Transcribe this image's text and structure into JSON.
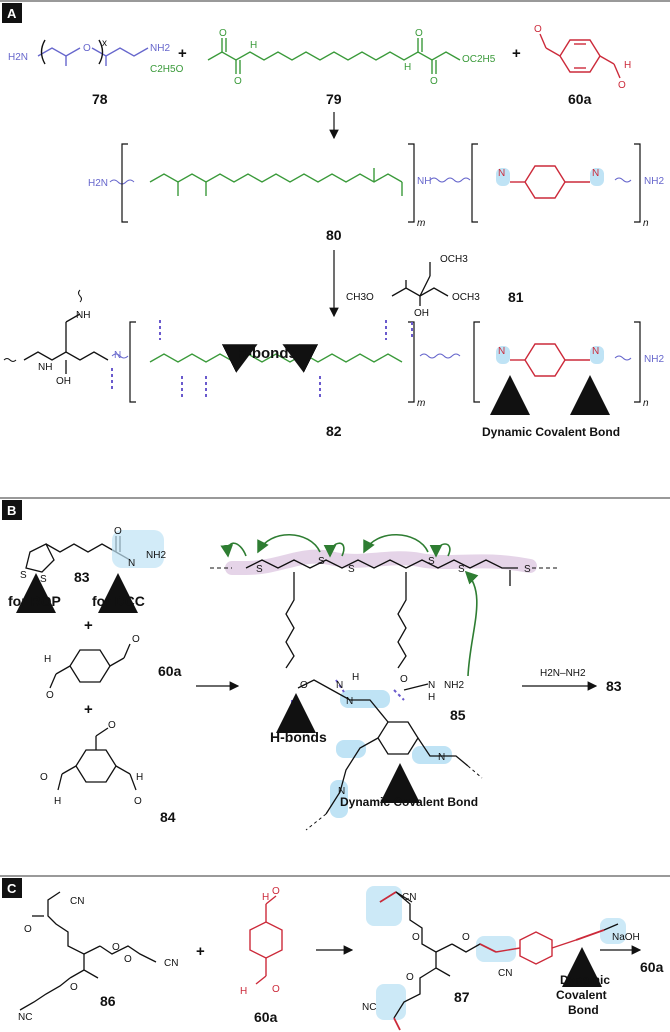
{
  "panels": {
    "A": {
      "tag": "A",
      "compounds": {
        "c78": "78",
        "c79": "79",
        "c60a": "60a",
        "c80": "80",
        "c81": "81",
        "c82": "82"
      },
      "plus": "+",
      "repeat_m": "m",
      "repeat_n": "n",
      "atoms": {
        "h2n": "H2N",
        "nh2": "NH2",
        "o": "O",
        "nh": "NH",
        "n": "N",
        "h": "H",
        "oh": "OH",
        "ester_left": "C2H5O",
        "ester_right": "OC2H5",
        "och3": "OCH3",
        "ch3o": "CH3O"
      },
      "hbonds_label": "H-bonds",
      "dcb_label": "Dynamic Covalent Bond"
    },
    "B": {
      "tag": "B",
      "compounds": {
        "c83": "83",
        "c60a": "60a",
        "c84": "84",
        "c85": "85",
        "c83b": "83"
      },
      "for_rop": "for ROP",
      "for_dcc": "for DCC",
      "hydrazine": "H2N–NH2",
      "hbonds_label": "H-bonds",
      "dcb_label": "Dynamic Covalent Bond",
      "atoms": {
        "s": "S",
        "o": "O",
        "n": "N",
        "h": "H",
        "nh2": "NH2",
        "h2n": "H2N"
      }
    },
    "C": {
      "tag": "C",
      "compounds": {
        "c86": "86",
        "c60a": "60a",
        "c87": "87",
        "c60a_out": "60a"
      },
      "reagent": "NaOH",
      "dcb_lines": [
        "Dynamic",
        "Covalent",
        "Bond"
      ],
      "atoms": {
        "cn": "CN",
        "nc": "NC",
        "o": "O",
        "h": "H"
      }
    }
  },
  "colors": {
    "peg": "#6666cc",
    "oxamide": "#3a9a3a",
    "aldehyde": "#cc2a3a",
    "highlight_blue": "#bfe3f5",
    "highlight_purple": "#e2cfe6",
    "arrow_green": "#2e7d32",
    "panel_tag_bg": "#111111"
  }
}
